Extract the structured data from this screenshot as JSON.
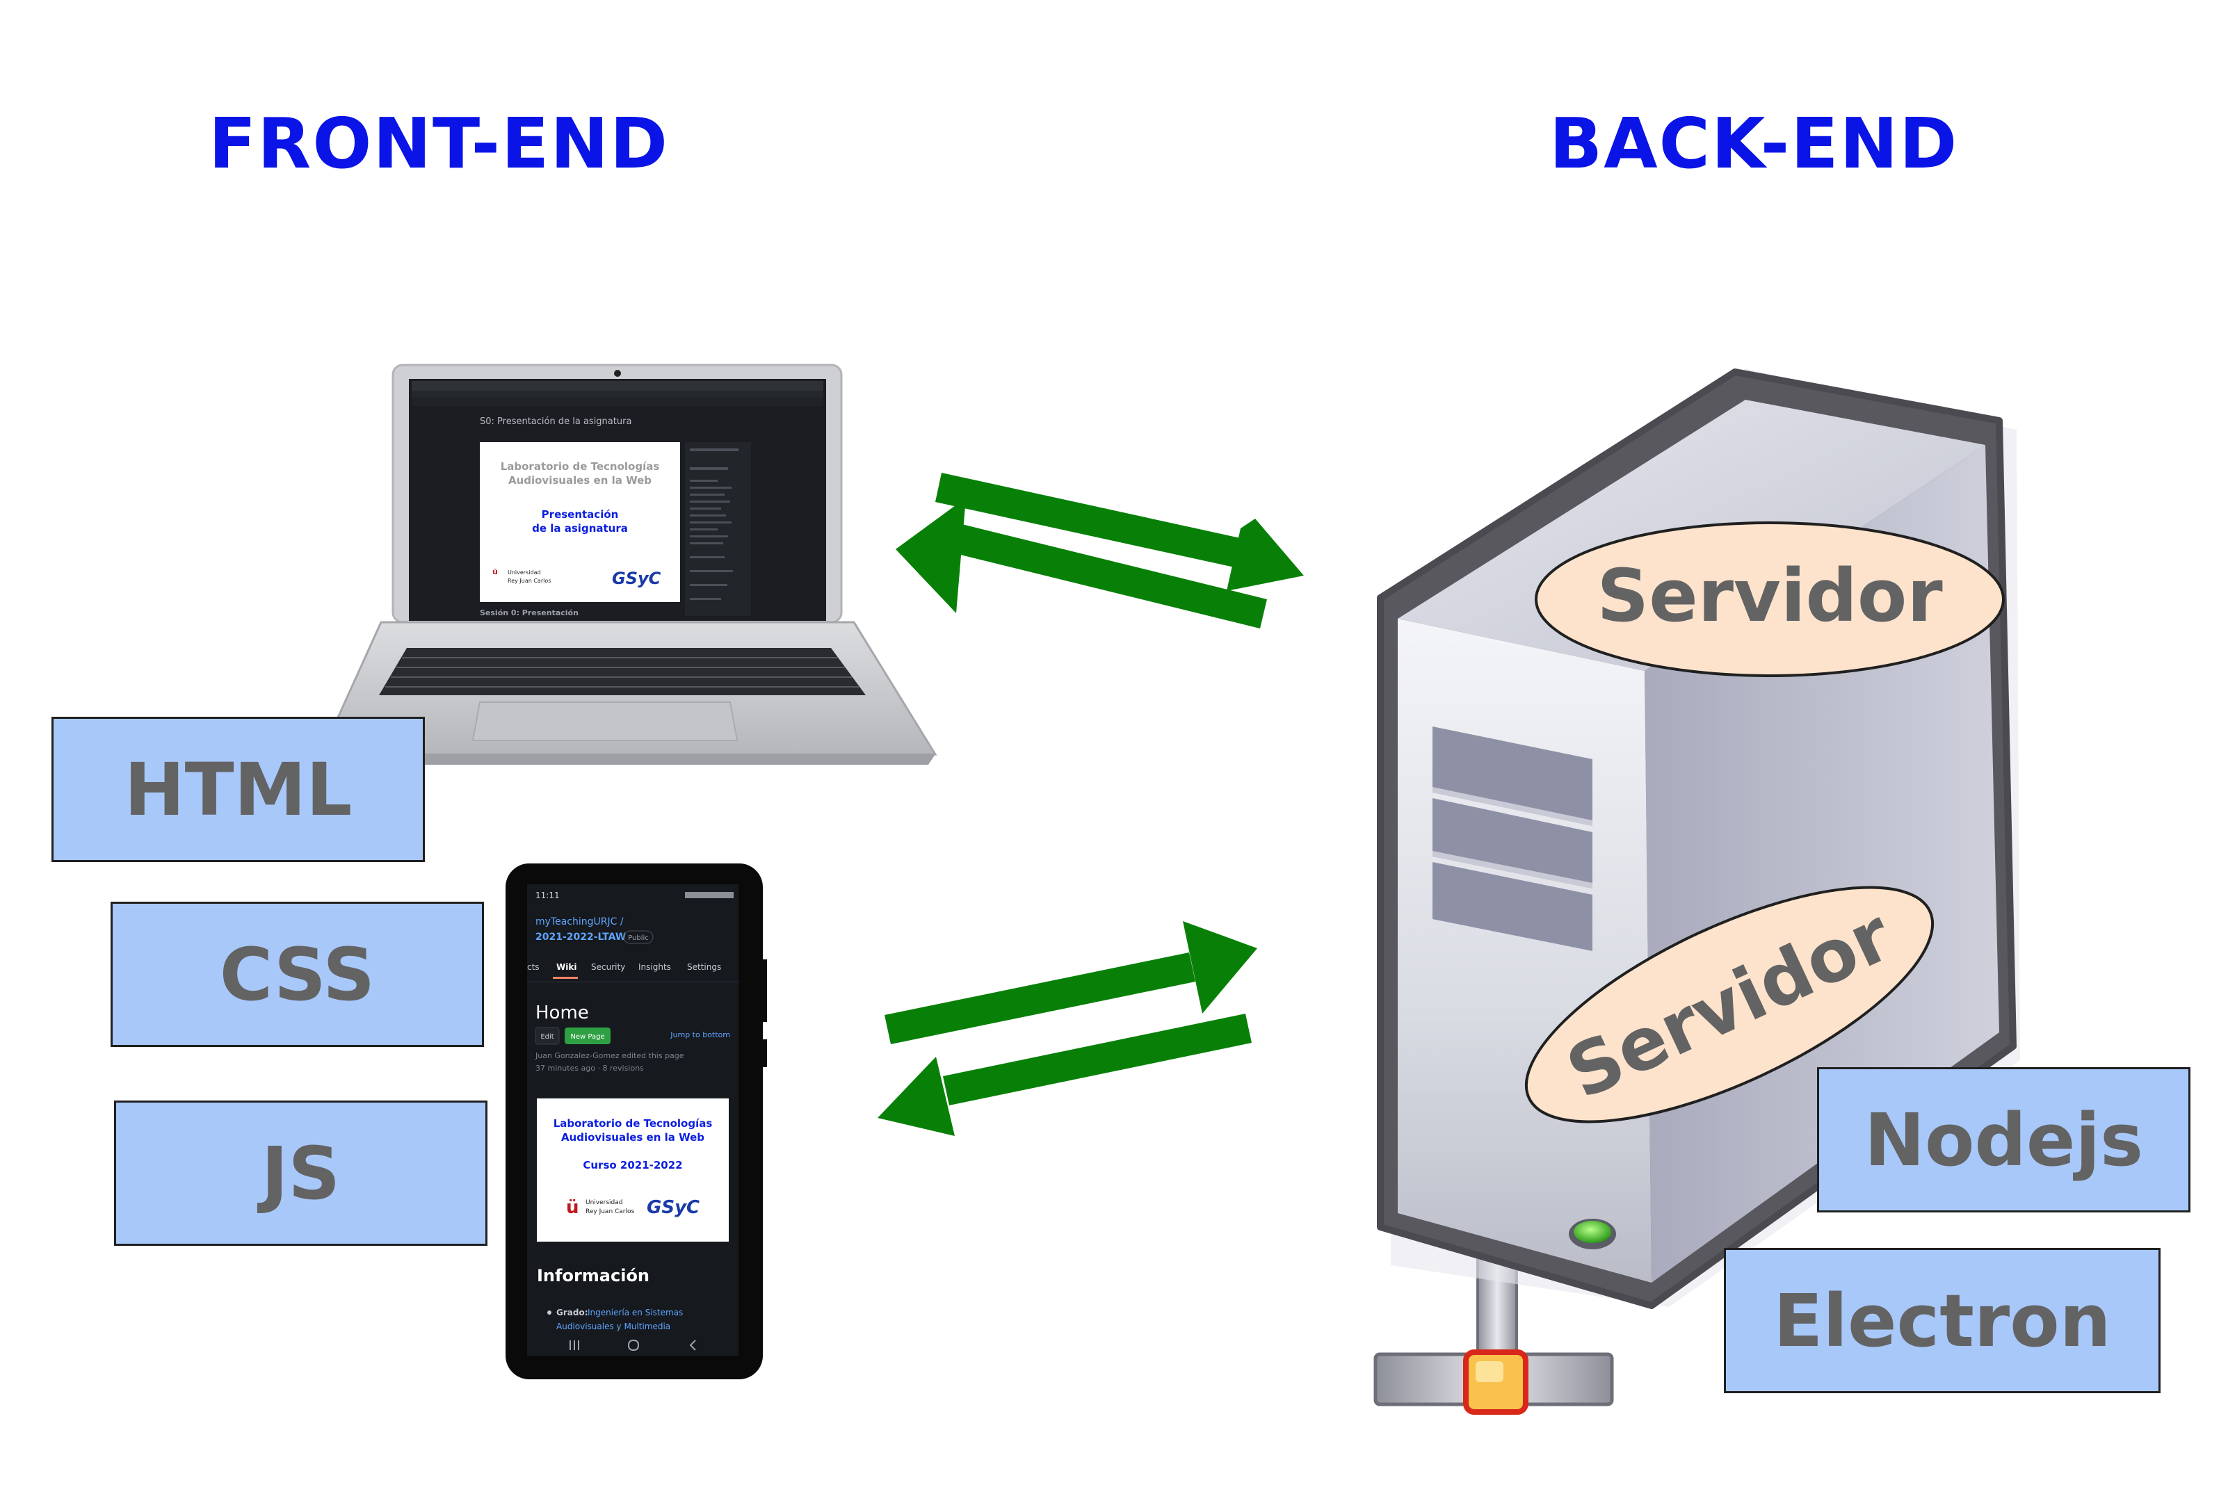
{
  "headings": {
    "front": "FRONT-END",
    "back": "BACK-END"
  },
  "front_tech": [
    "HTML",
    "CSS",
    "JS"
  ],
  "back_tech": [
    "Nodejs",
    "Electron"
  ],
  "server": {
    "label_top": "Servidor",
    "label_tilted": "Servidor"
  },
  "laptop_screen": {
    "page_title": "S0: Presentación de la asignatura",
    "slide_title_1": "Laboratorio de Tecnologías",
    "slide_title_2": "Audiovisuales en la Web",
    "slide_sub_1": "Presentación",
    "slide_sub_2": "de la asignatura",
    "uni_1": "Universidad",
    "uni_2": "Rey Juan Carlos",
    "logo": "GSyC",
    "section": "Sesión 0: Presentación"
  },
  "phone_screen": {
    "time": "11:11",
    "repo_owner": "myTeachingURJC /",
    "repo_name": "2021-2022-LTAW",
    "visibility": "Public",
    "tabs": [
      "cts",
      "Wiki",
      "Security",
      "Insights",
      "Settings"
    ],
    "page_heading": "Home",
    "edit_btn": "Edit",
    "new_page_btn": "New Page",
    "jump_link": "Jump to bottom",
    "edited_by": "Juan Gonzalez-Gomez edited this page",
    "edited_when": "37 minutes ago · 8 revisions",
    "card_title_1": "Laboratorio de Tecnologías",
    "card_title_2": "Audiovisuales en la Web",
    "card_course": "Curso 2021-2022",
    "uni_1": "Universidad",
    "uni_2": "Rey Juan Carlos",
    "logo": "GSyC",
    "info_heading": "Información",
    "grado_label": "Grado:",
    "grado_value_1": "Ingeniería en Sistemas",
    "grado_value_2": "Audiovisuales y Multimedia"
  },
  "colors": {
    "heading": "#0a14e6",
    "arrow": "#088008",
    "tech_box": "#a8c8fa",
    "tech_text": "#636363",
    "server_label_bg": "#fde3cc"
  }
}
